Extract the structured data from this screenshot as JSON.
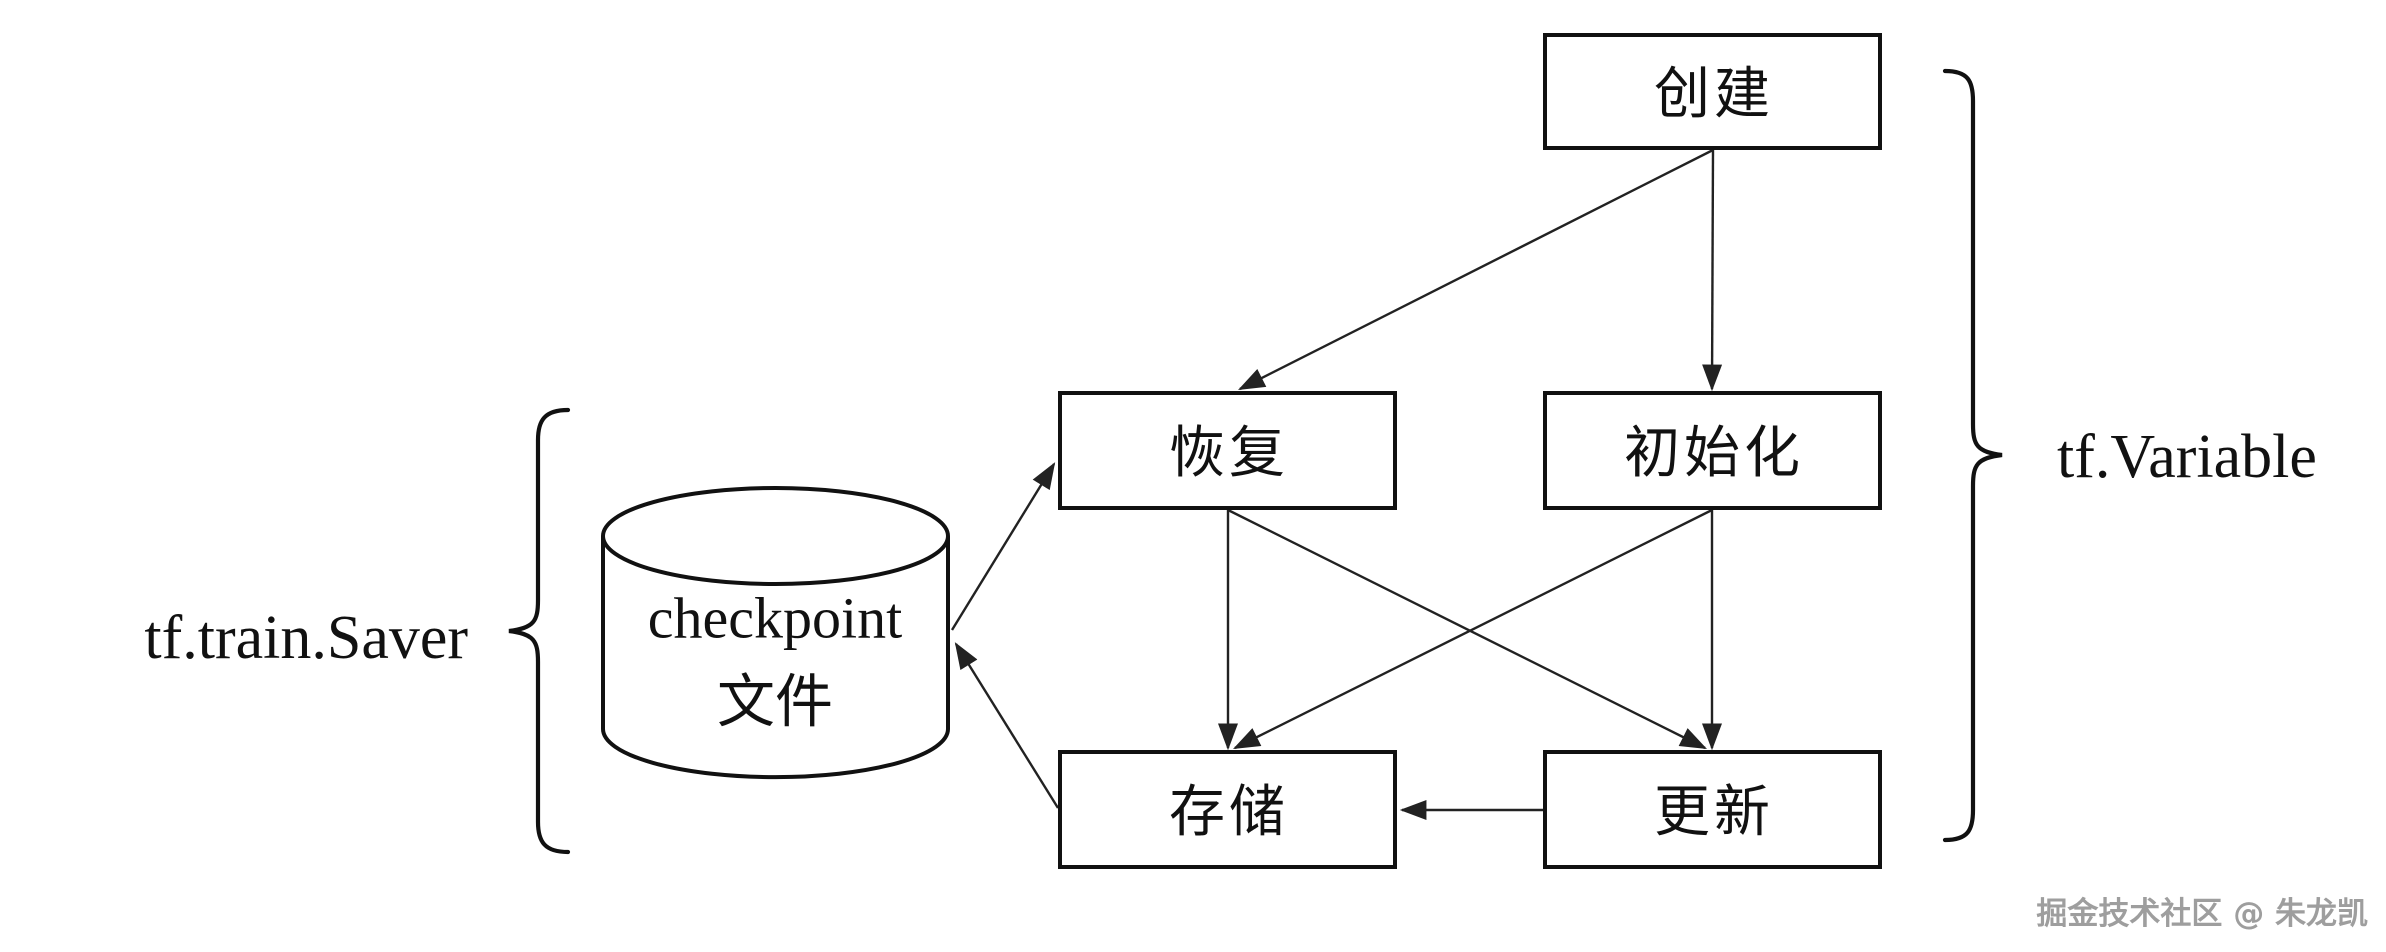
{
  "diagram": {
    "nodes": {
      "create": {
        "label": "创建"
      },
      "restore": {
        "label": "恢复"
      },
      "initialize": {
        "label": "初始化"
      },
      "store": {
        "label": "存储"
      },
      "update": {
        "label": "更新"
      }
    },
    "datastore": {
      "label_line1": "checkpoint",
      "label_line2": "文件"
    },
    "groups": {
      "saver": {
        "label": "tf.train.Saver",
        "covers": [
          "checkpoint 文件"
        ]
      },
      "variable": {
        "label": "tf.Variable",
        "covers": [
          "创建",
          "初始化",
          "更新"
        ]
      }
    },
    "edges": [
      {
        "from": "创建",
        "to": "恢复"
      },
      {
        "from": "创建",
        "to": "初始化"
      },
      {
        "from": "恢复",
        "to": "存储"
      },
      {
        "from": "恢复",
        "to": "更新"
      },
      {
        "from": "初始化",
        "to": "更新"
      },
      {
        "from": "初始化",
        "to": "存储"
      },
      {
        "from": "更新",
        "to": "存储"
      },
      {
        "from": "checkpoint 文件",
        "to": "恢复"
      },
      {
        "from": "存储",
        "to": "checkpoint 文件"
      }
    ],
    "colors": {
      "stroke": "#111111",
      "background": "#ffffff",
      "watermark": "#9e9e9e"
    }
  },
  "watermark": {
    "text": "掘金技术社区 @ 朱龙凯"
  }
}
